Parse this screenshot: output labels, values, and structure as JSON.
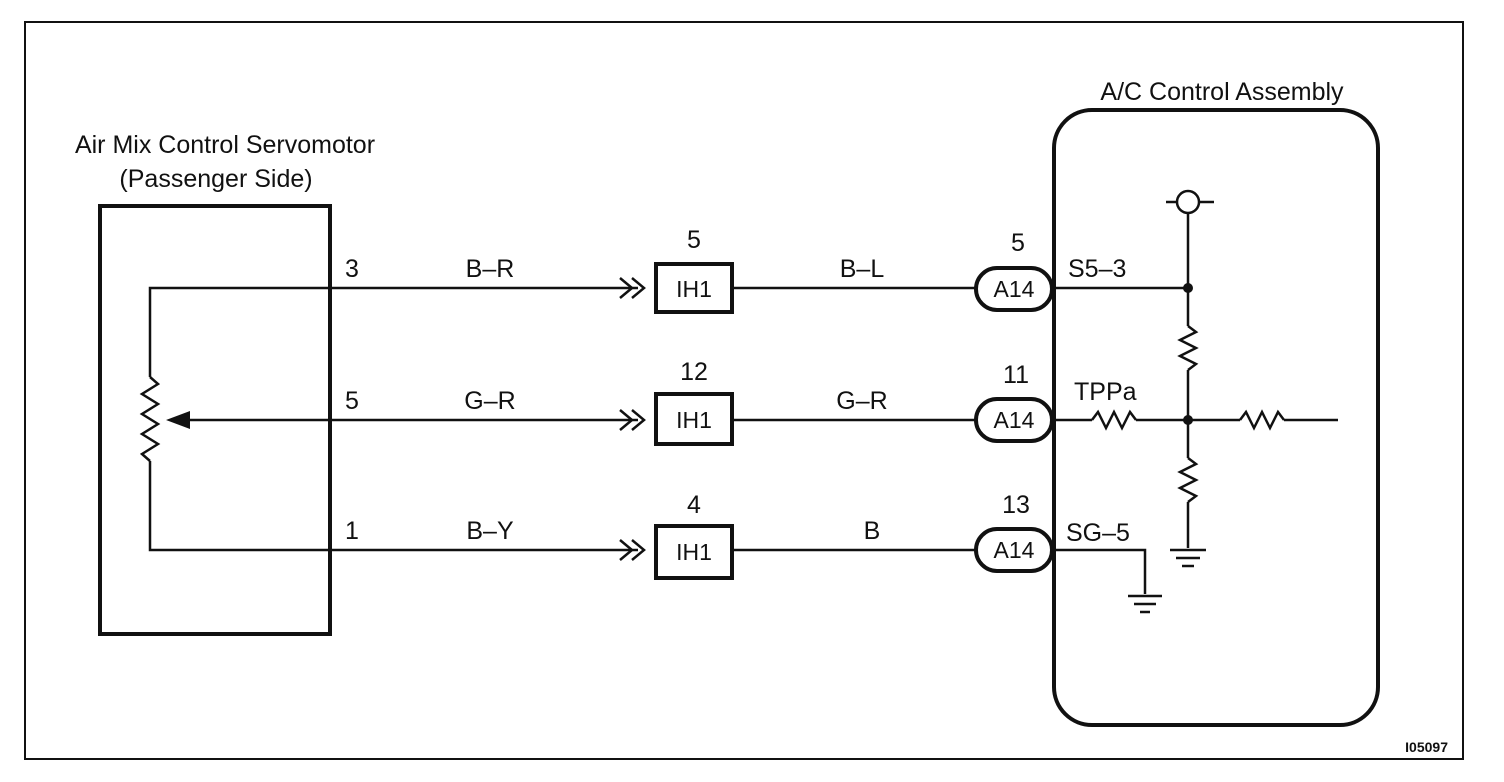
{
  "servomotor": {
    "title_line1": "Air Mix Control Servomotor",
    "title_line2": "(Passenger Side)"
  },
  "control_assembly": {
    "title": "A/C Control Assembly"
  },
  "wires": [
    {
      "motor_pin": "3",
      "left_color": "B–R",
      "ih1_pin": "5",
      "ih1_label": "IH1",
      "right_color": "B–L",
      "a14_pin": "5",
      "a14_label": "A14",
      "terminal": "S5–3"
    },
    {
      "motor_pin": "5",
      "left_color": "G–R",
      "ih1_pin": "12",
      "ih1_label": "IH1",
      "right_color": "G–R",
      "a14_pin": "11",
      "a14_label": "A14",
      "terminal": "TPPa"
    },
    {
      "motor_pin": "1",
      "left_color": "B–Y",
      "ih1_pin": "4",
      "ih1_label": "IH1",
      "right_color": "B",
      "a14_pin": "13",
      "a14_label": "A14",
      "terminal": "SG–5"
    }
  ],
  "figure_code": "I05097"
}
